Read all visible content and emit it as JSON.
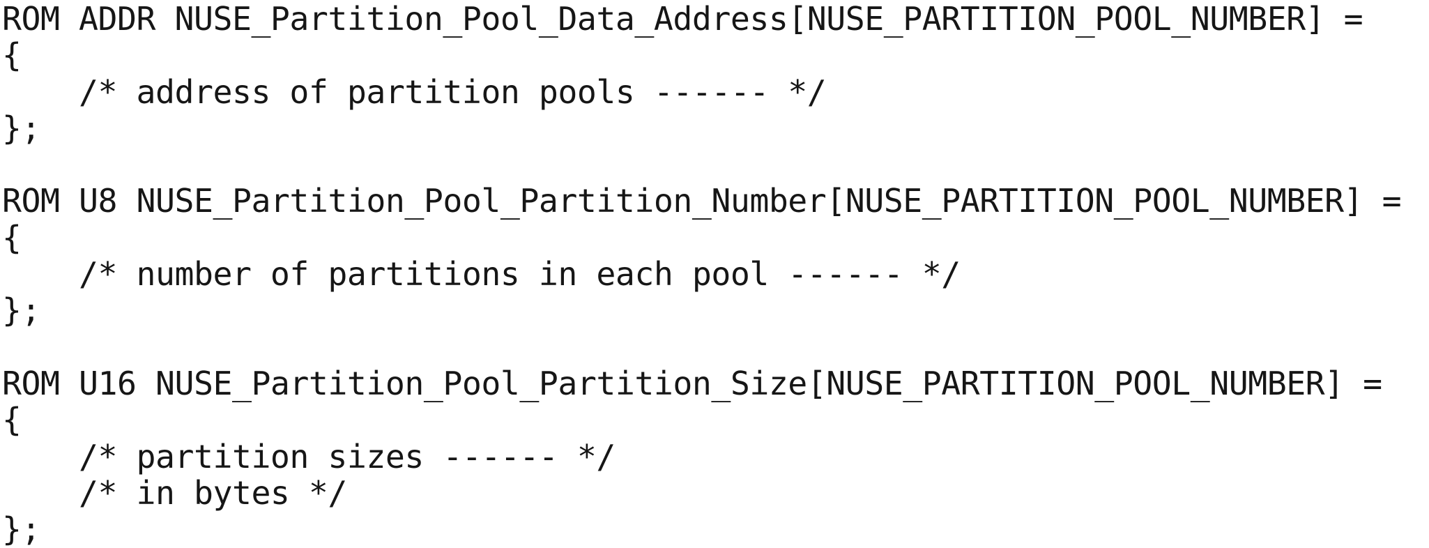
{
  "page": {
    "background_color": "#ffffff",
    "text_color": "#161616"
  },
  "code_listing": {
    "blocks": [
      {
        "lines": [
          "ROM ADDR NUSE_Partition_Pool_Data_Address[NUSE_PARTITION_POOL_NUMBER] =",
          "{",
          "    /* address of partition pools ------ */",
          "};"
        ]
      },
      {
        "lines": [
          "ROM U8 NUSE_Partition_Pool_Partition_Number[NUSE_PARTITION_POOL_NUMBER] =",
          "{",
          "    /* number of partitions in each pool ------ */",
          "};"
        ]
      },
      {
        "lines": [
          "ROM U16 NUSE_Partition_Pool_Partition_Size[NUSE_PARTITION_POOL_NUMBER] =",
          "{",
          "    /* partition sizes ------ */",
          "    /* in bytes */",
          "};"
        ]
      }
    ]
  }
}
